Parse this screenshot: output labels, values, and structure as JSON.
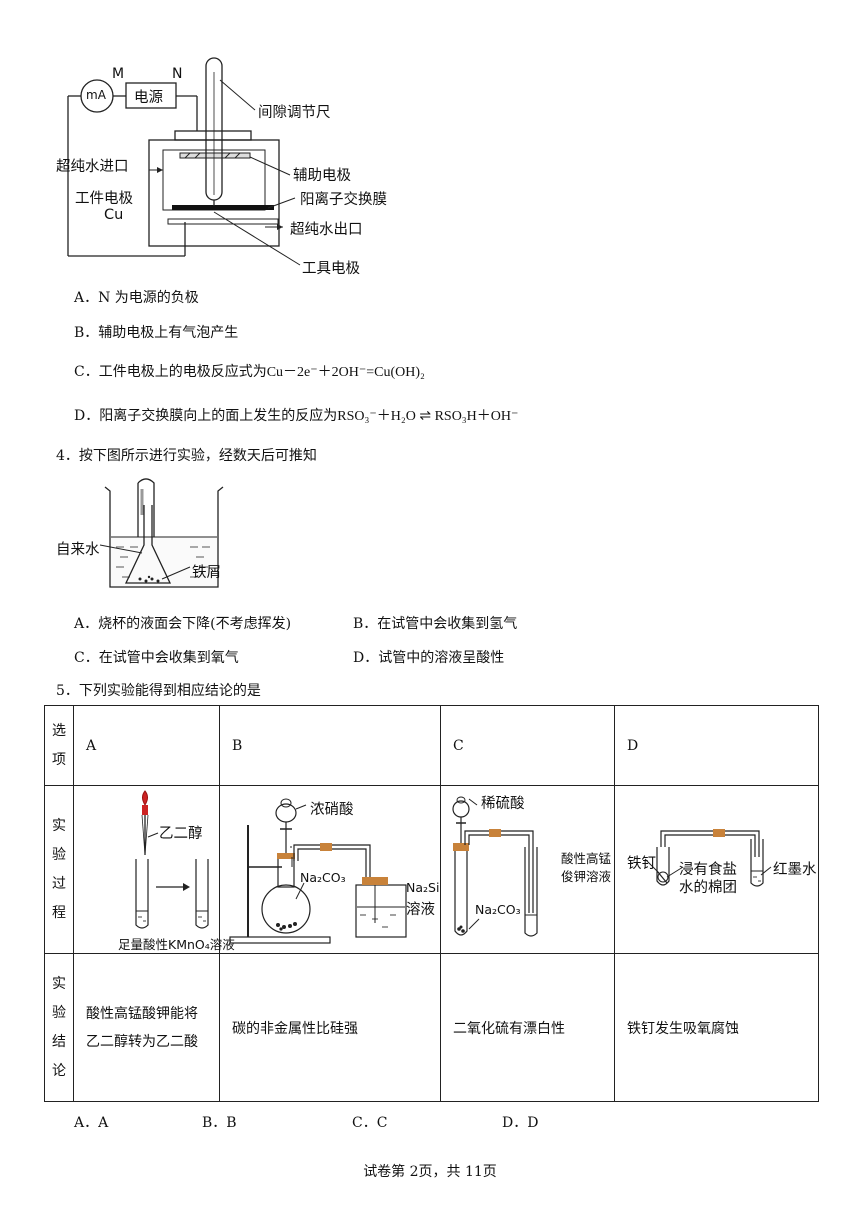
{
  "q3": {
    "diagram": {
      "ma": "mA",
      "m": "M",
      "n": "N",
      "power": "电源",
      "gap_ruler": "间隙调节尺",
      "water_in": "超纯水进口",
      "aux_electrode": "辅助电极",
      "work_electrode": "工件电极",
      "cu": "Cu",
      "membrane": "阳离子交换膜",
      "water_out": "超纯水出口",
      "tool_electrode": "工具电极"
    },
    "options": {
      "a": "A．N 为电源的负极",
      "b": "B．辅助电极上有气泡产生",
      "c_prefix": "C．工件电极上的电极反应式为",
      "c_formula": "Cu－2e⁻＋2OH⁻=Cu(OH)₂",
      "d_prefix": "D．阳离子交换膜向上的面上发生的反应为",
      "d_formula": "RSO₃⁻＋H₂O ⇌ RSO₃H＋OH⁻"
    }
  },
  "q4": {
    "stem": "4．按下图所示进行实验，经数天后可推知",
    "diagram": {
      "tap_water": "自来水",
      "iron_filings": "铁屑"
    },
    "options": {
      "a": "A．烧杯的液面会下降(不考虑挥发)",
      "b": "B．在试管中会收集到氢气",
      "c": "C．在试管中会收集到氧气",
      "d": "D．试管中的溶液呈酸性"
    }
  },
  "q5": {
    "stem": "5．下列实验能得到相应结论的是",
    "header": {
      "label_chars": [
        "选",
        "项"
      ],
      "a": "A",
      "b": "B",
      "c": "C",
      "d": "D"
    },
    "process_chars": [
      "实",
      "验",
      "过",
      "程"
    ],
    "conclusion_chars": [
      "实",
      "验",
      "结",
      "论"
    ],
    "diag_a": {
      "reagent": "乙二醇",
      "bottom": "足量酸性KMnO₄溶液"
    },
    "diag_b": {
      "acid": "浓硝酸",
      "solid": "Na₂CO₃",
      "sol1": "Na₂Si",
      "sol2": "溶液"
    },
    "diag_c": {
      "acid": "稀硫酸",
      "solid": "Na₂CO₃",
      "sol1": "酸性高锰",
      "sol2": "俊钾溶液"
    },
    "diag_d": {
      "nail": "铁钉",
      "cotton1": "浸有食盐",
      "cotton2": "水的棉团",
      "ink": "红墨水"
    },
    "conclusions": {
      "a1": "酸性高锰酸钾能将",
      "a2": "乙二醇转为乙二酸",
      "b": "碳的非金属性比硅强",
      "c": "二氧化硫有漂白性",
      "d": "铁钉发生吸氧腐蚀"
    },
    "options": {
      "a": "A．A",
      "b": "B．B",
      "c": "C．C",
      "d": "D．D"
    }
  },
  "footer": "试卷第 2页，共 11页"
}
